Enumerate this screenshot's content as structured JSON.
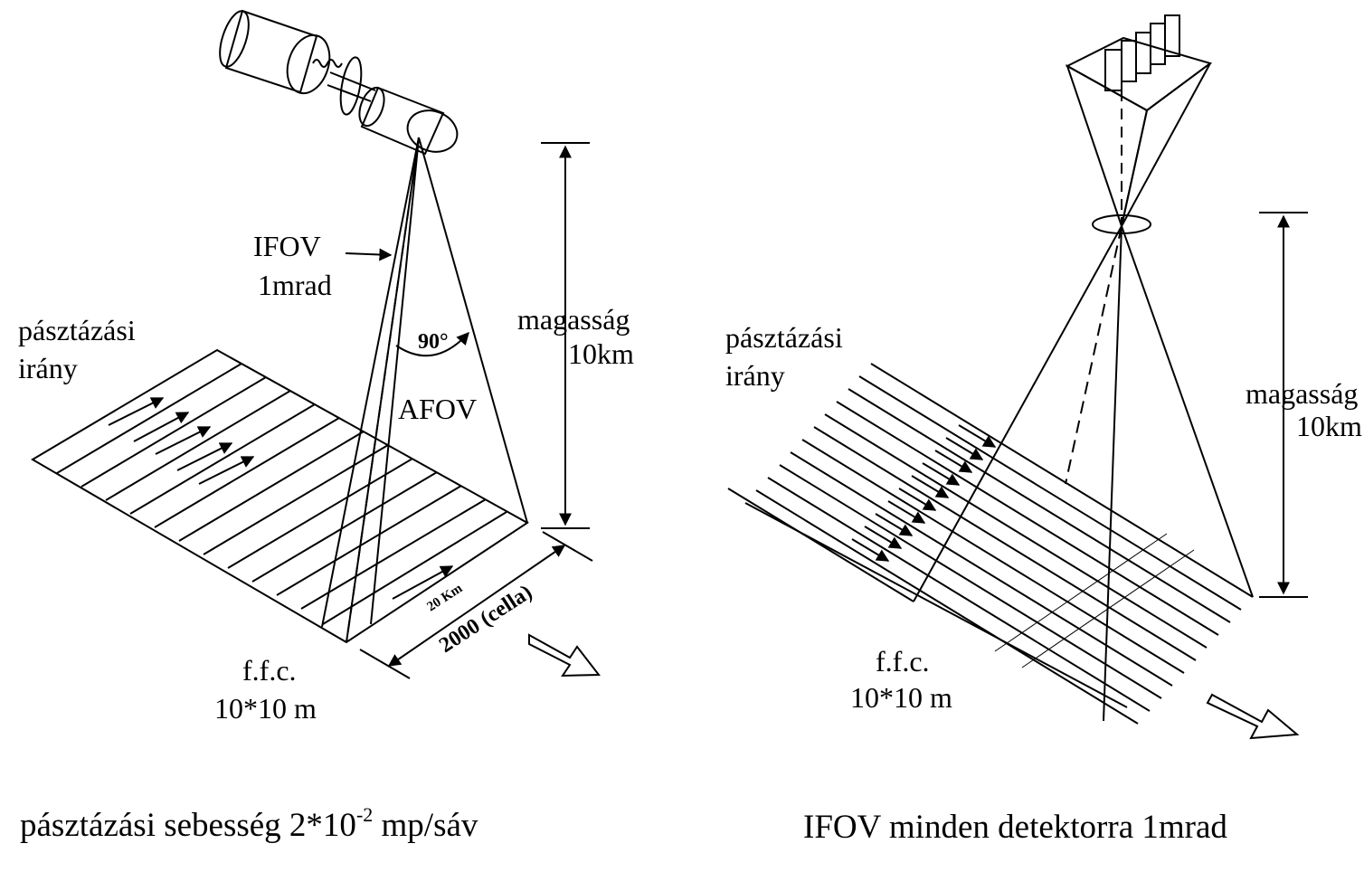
{
  "left_panel": {
    "ifov_label": "IFOV",
    "ifov_value": "1mrad",
    "angle_label": "90°",
    "afov_label": "AFOV",
    "altitude_label": "magasság",
    "altitude_value": "10km",
    "scan_direction_line1": "pásztázási",
    "scan_direction_line2": "irány",
    "swath_width": "20 Km",
    "cell_count": "2000 (cella)",
    "ground_cell_line1": "f.f.c.",
    "ground_cell_line2": "10*10 m",
    "caption_prefix": "pásztázási sebesség 2*10",
    "caption_exponent": "-2",
    "caption_suffix": " mp/sáv"
  },
  "right_panel": {
    "scan_direction_line1": "pásztázási",
    "scan_direction_line2": "irány",
    "altitude_label": "magasság",
    "altitude_value": "10km",
    "ground_cell_line1": "f.f.c.",
    "ground_cell_line2": "10*10 m",
    "caption": "IFOV minden detektorra 1mrad"
  }
}
